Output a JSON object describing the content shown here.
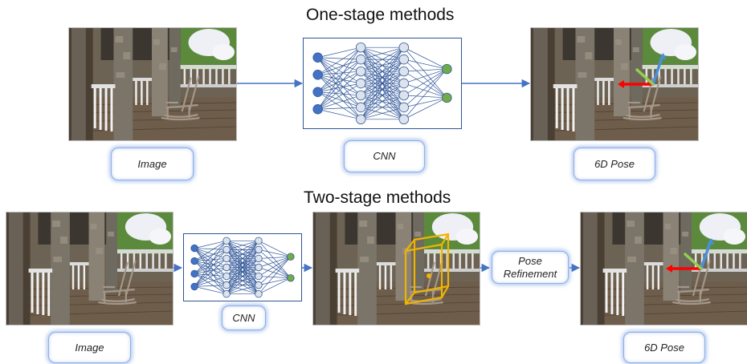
{
  "one_stage": {
    "title": "One-stage methods",
    "image_label": "Image",
    "cnn_label": "CNN",
    "pose_label": "6D Pose"
  },
  "two_stage": {
    "title": "Two-stage methods",
    "image_label": "Image",
    "cnn_label": "CNN",
    "refine_label": "Pose Refinement",
    "pose_label": "6D Pose"
  },
  "network_layers": [
    4,
    7,
    7,
    2
  ],
  "colors": {
    "arrow": "#4472c4",
    "input_node": "#4472c4",
    "hidden_node": "#dde3ec",
    "output_node": "#70ad47",
    "bbox": "#f0b400",
    "axis_x": "#ff0000",
    "axis_y": "#4a90d9",
    "axis_z": "#92d050"
  }
}
